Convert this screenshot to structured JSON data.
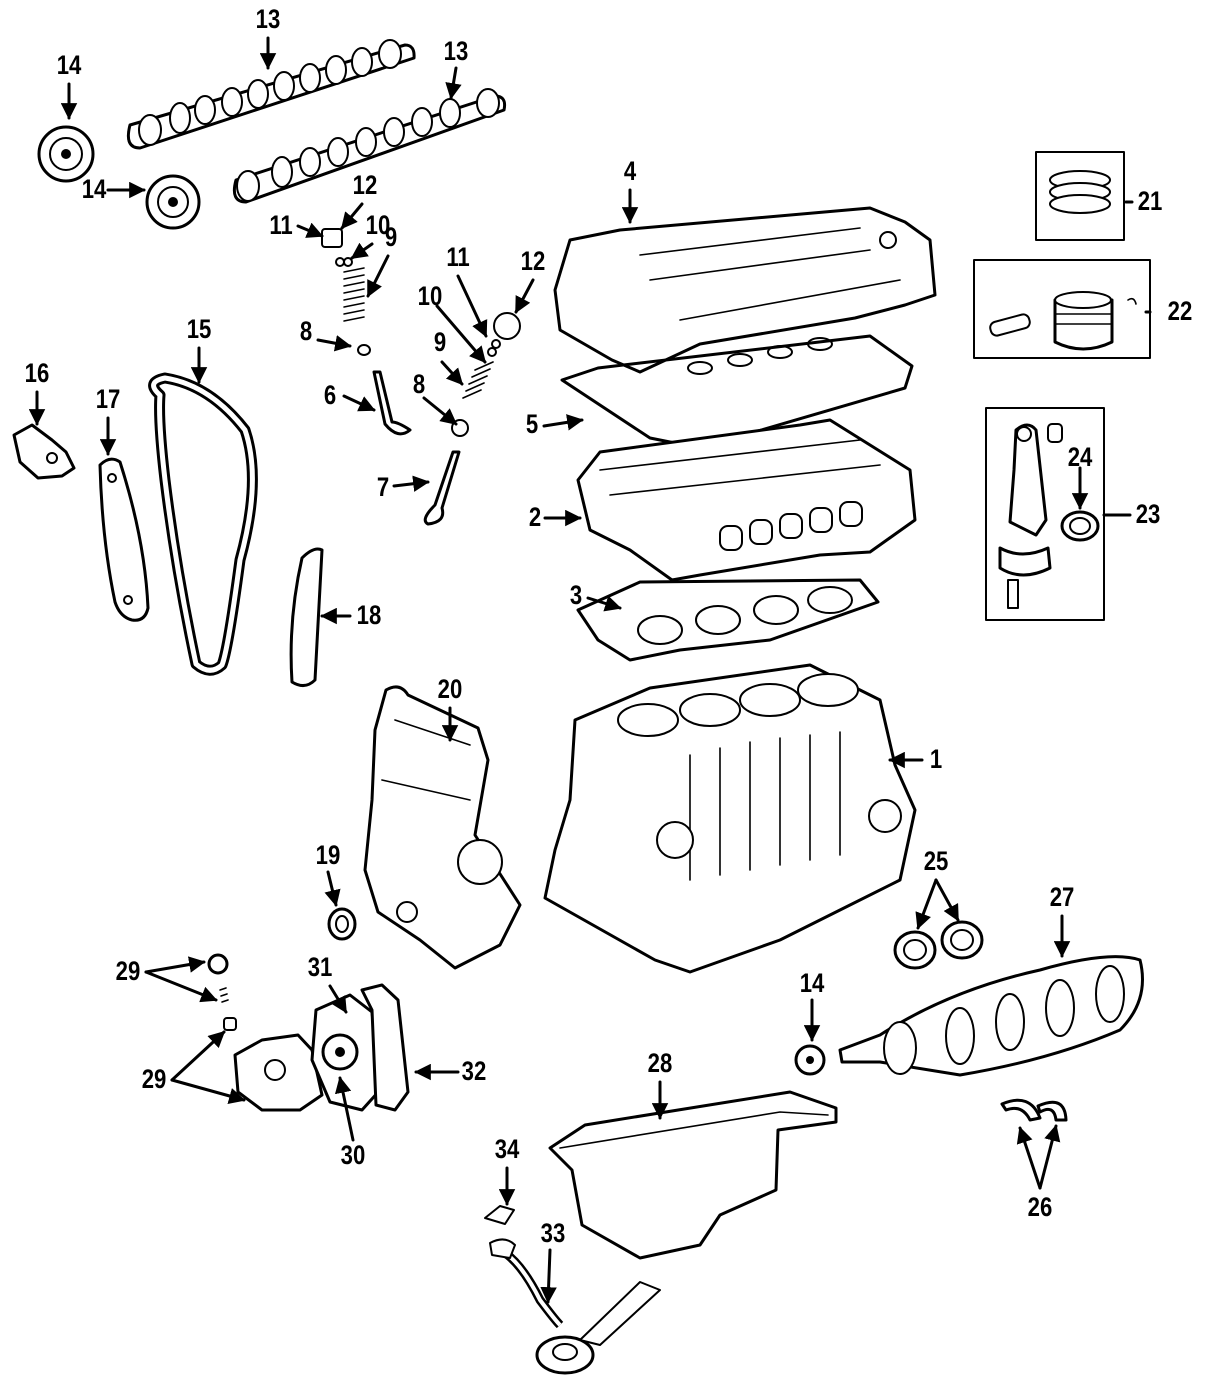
{
  "diagram": {
    "labels": {
      "l1": "1",
      "l2": "2",
      "l3": "3",
      "l4": "4",
      "l5": "5",
      "l6": "6",
      "l7": "7",
      "l8a": "8",
      "l8b": "8",
      "l9a": "9",
      "l9b": "9",
      "l10a": "10",
      "l10b": "10",
      "l11a": "11",
      "l11b": "11",
      "l12a": "12",
      "l12b": "12",
      "l13a": "13",
      "l13b": "13",
      "l14a": "14",
      "l14b": "14",
      "l14c": "14",
      "l15": "15",
      "l16": "16",
      "l17": "17",
      "l18": "18",
      "l19": "19",
      "l20": "20",
      "l21": "21",
      "l22": "22",
      "l23": "23",
      "l24": "24",
      "l25": "25",
      "l26": "26",
      "l27": "27",
      "l28": "28",
      "l29a": "29",
      "l29b": "29",
      "l30": "30",
      "l31": "31",
      "l32": "32",
      "l33": "33",
      "l34": "34"
    }
  }
}
